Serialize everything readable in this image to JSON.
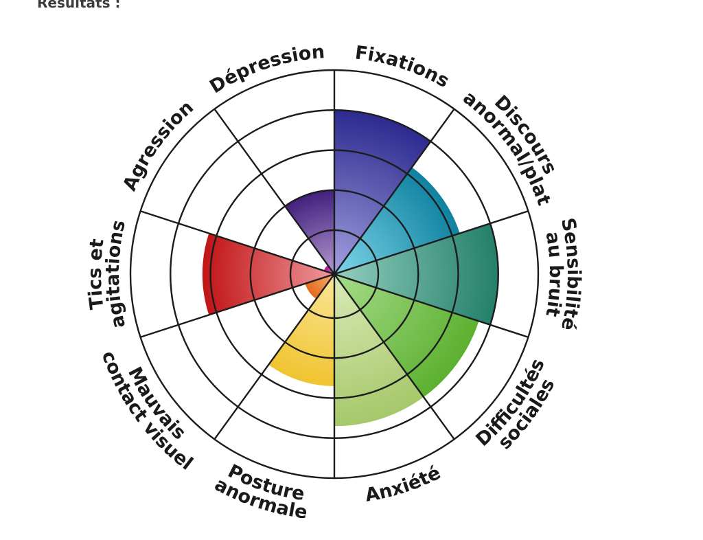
{
  "page": {
    "heading": "Resultats :"
  },
  "chart_data": {
    "type": "polar-area",
    "title": "",
    "scale_max": 5,
    "rings": [
      1,
      2,
      3,
      4,
      5
    ],
    "grid": true,
    "direction": "clockwise from top",
    "categories": [
      {
        "label": [
          "Fixations"
        ],
        "value": 4.0,
        "color_inner": "#a3a0e0",
        "color_outer": "#2c2a8e"
      },
      {
        "label": [
          "Discours",
          "anormal/plat"
        ],
        "value": 3.2,
        "color_inner": "#7fd6ea",
        "color_outer": "#0f82a0"
      },
      {
        "label": [
          "Sensibilité",
          "au bruit"
        ],
        "value": 4.0,
        "color_inner": "#94cfc0",
        "color_outer": "#24806a"
      },
      {
        "label": [
          "Difficultés",
          "sociales"
        ],
        "value": 3.7,
        "color_inner": "#a6dc8a",
        "color_outer": "#5cb030"
      },
      {
        "label": [
          "Anxiété"
        ],
        "value": 3.7,
        "color_inner": "#dbeab8",
        "color_outer": "#a6c86a"
      },
      {
        "label": [
          "Posture",
          "anormale"
        ],
        "value": 2.7,
        "color_inner": "#fae699",
        "color_outer": "#f0c430"
      },
      {
        "label": [
          "Mauvais",
          "contact visuel"
        ],
        "value": 0.7,
        "color_inner": "#f5b070",
        "color_outer": "#e56a1c"
      },
      {
        "label": [
          "Tics et",
          "agitations"
        ],
        "value": 3.2,
        "color_inner": "#f09a9c",
        "color_outer": "#c11416"
      },
      {
        "label": [
          "Agression"
        ],
        "value": 0.25,
        "color_inner": "#e070d0",
        "color_outer": "#b0109a"
      },
      {
        "label": [
          "Dépression"
        ],
        "value": 2.0,
        "color_inner": "#b39ad0",
        "color_outer": "#43207e"
      }
    ]
  }
}
